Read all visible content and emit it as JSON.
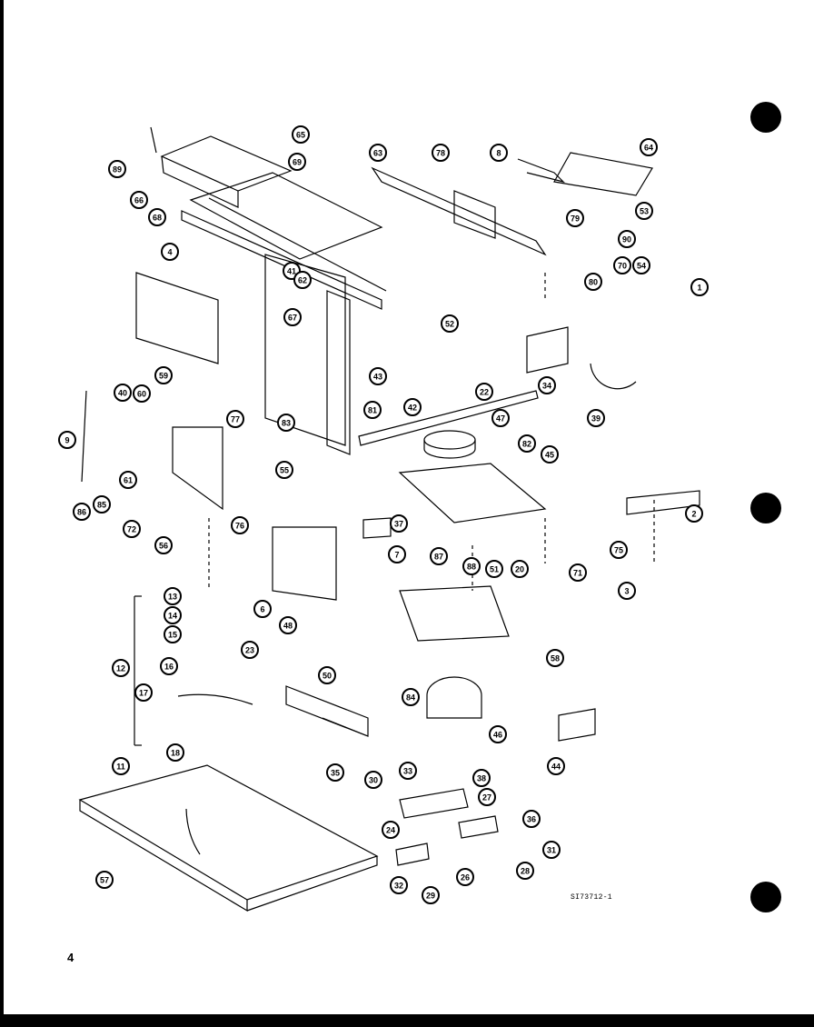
{
  "page": {
    "page_number": "4",
    "document_code": "SI73712-1"
  },
  "callouts": [
    "1",
    "2",
    "3",
    "4",
    "6",
    "7",
    "8",
    "9",
    "11",
    "12",
    "13",
    "14",
    "15",
    "16",
    "17",
    "18",
    "20",
    "22",
    "23",
    "24",
    "26",
    "27",
    "28",
    "29",
    "30",
    "31",
    "32",
    "33",
    "34",
    "35",
    "36",
    "37",
    "38",
    "39",
    "40",
    "41",
    "42",
    "43",
    "44",
    "45",
    "46",
    "47",
    "48",
    "50",
    "51",
    "52",
    "53",
    "54",
    "55",
    "56",
    "57",
    "58",
    "59",
    "60",
    "61",
    "62",
    "63",
    "64",
    "65",
    "66",
    "67",
    "68",
    "69",
    "70",
    "71",
    "72",
    "75",
    "76",
    "77",
    "78",
    "79",
    "80",
    "81",
    "82",
    "83",
    "84",
    "85",
    "86",
    "87",
    "88",
    "89",
    "90"
  ]
}
